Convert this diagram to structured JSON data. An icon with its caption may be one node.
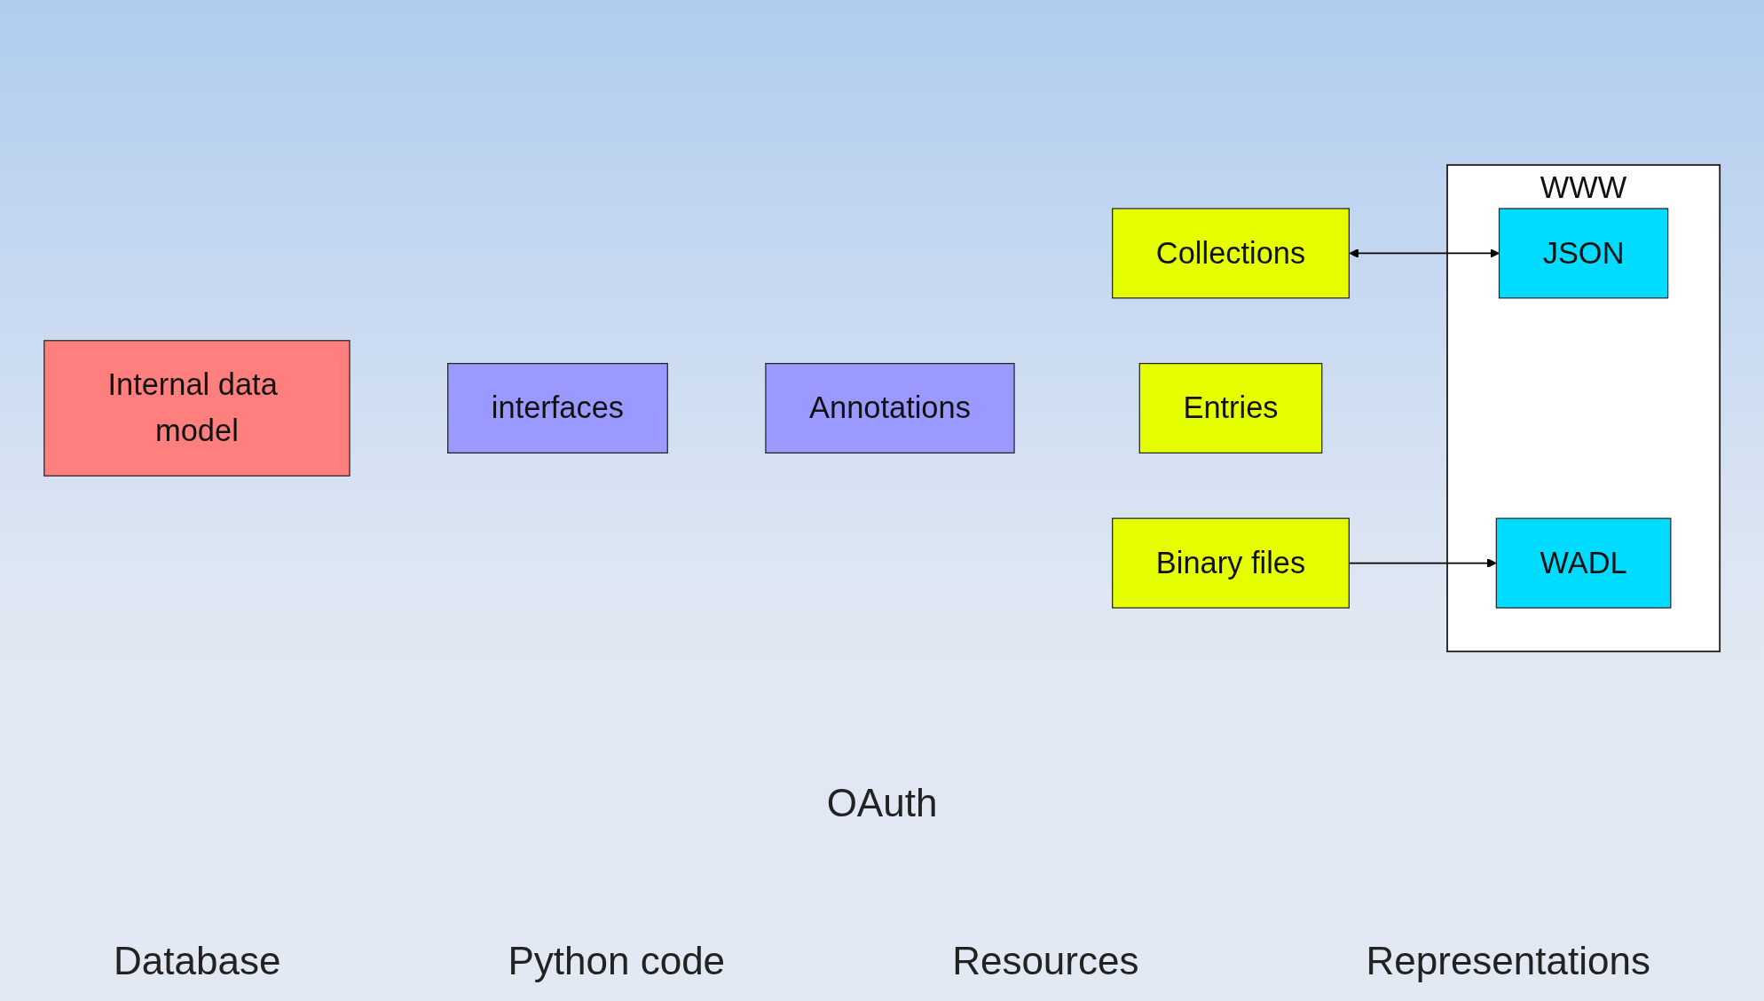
{
  "diagram": {
    "nodes": [
      {
        "text": [
          "Internal data model"
        ]
      },
      {
        "text": [
          "interfaces"
        ]
      },
      {
        "text": [
          "Annotations"
        ]
      },
      {
        "text": [
          "Collections"
        ]
      },
      {
        "text": [
          "Entries"
        ]
      },
      {
        "text": [
          "Binary files"
        ]
      },
      {
        "text": [
          "WWW"
        ]
      },
      {
        "text": [
          "JSON"
        ],
        "in": 6
      },
      {
        "text": [
          "WADL"
        ],
        "in": 6
      }
    ],
    "edges": [
      {
        "from": 3,
        "to": 7,
        "arrow": "both"
      },
      {
        "from": 5,
        "to": 8,
        "arrow": "to"
      }
    ],
    "labels": [
      "OAuth",
      "Database",
      "Python code",
      "Resources",
      "Representations"
    ]
  }
}
